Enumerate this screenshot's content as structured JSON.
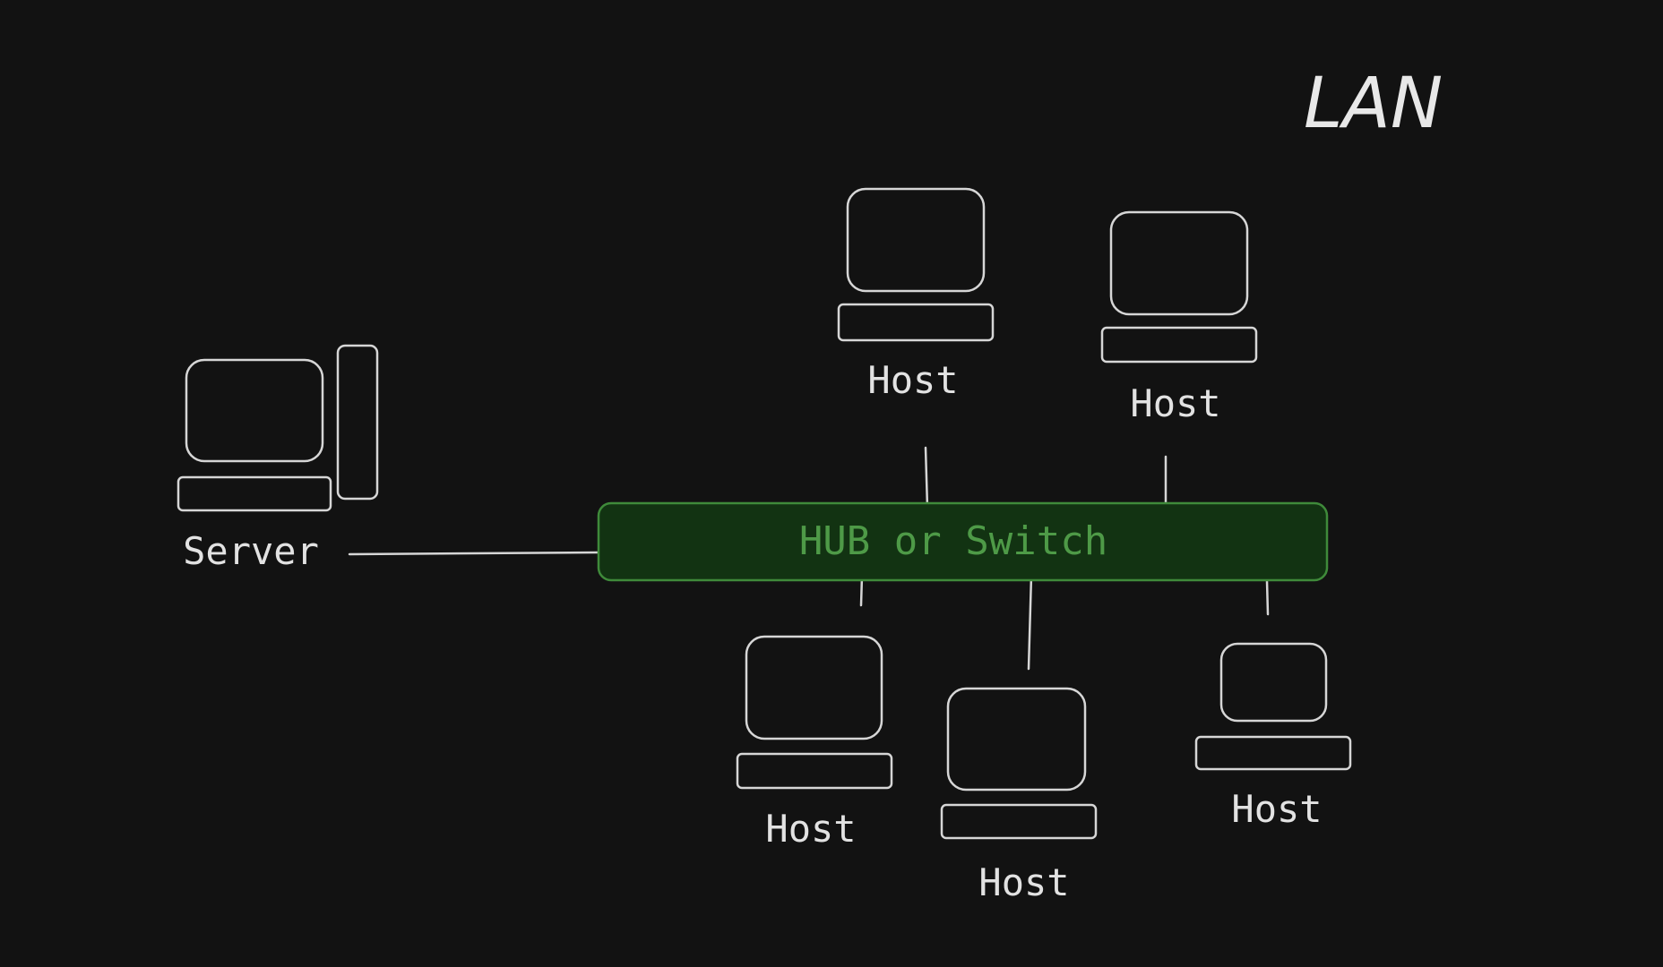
{
  "diagram": {
    "title": "LAN",
    "hub_label": "HUB or Switch",
    "server_label": "Server",
    "host_label": "Host",
    "colors": {
      "background": "#121212",
      "line": "#d6d6d6",
      "hub_fill": "#123312",
      "hub_border": "#3f8a3a",
      "hub_text": "#4e9a47"
    },
    "icons": [
      "server-icon",
      "host-computer-icon"
    ]
  }
}
